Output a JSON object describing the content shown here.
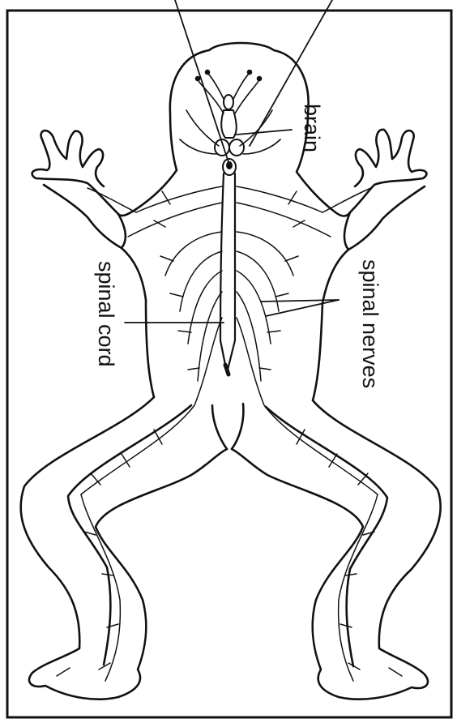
{
  "labels": {
    "brain": "brain",
    "spinal_cord": "spinal cord",
    "spinal_nerves": "spinal nerves"
  },
  "colors": {
    "ink": "#111111",
    "background": "#ffffff"
  }
}
